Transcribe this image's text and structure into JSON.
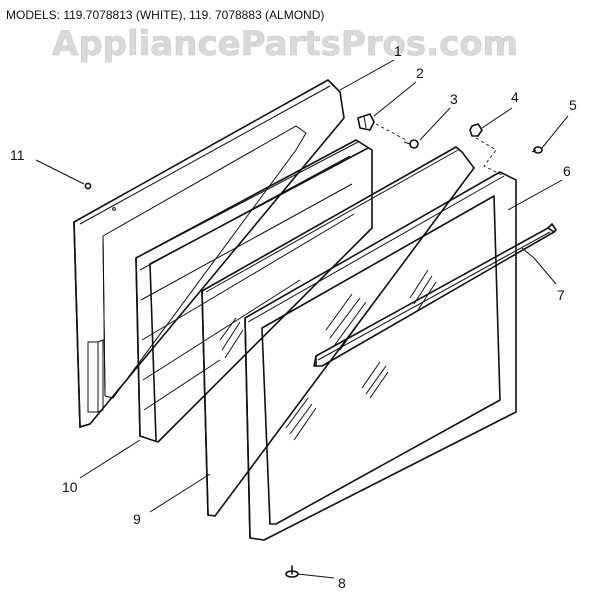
{
  "header": {
    "models_text": "MODELS:  119.7078813 (WHITE), 119. 7078883 (ALMOND)"
  },
  "watermark": {
    "text": "AppliancePartsPros.com"
  },
  "callouts": {
    "c1": "1",
    "c2": "2",
    "c3": "3",
    "c4": "4",
    "c5": "5",
    "c6": "6",
    "c7": "7",
    "c8": "8",
    "c9": "9",
    "c10": "10",
    "c11": "11"
  },
  "colors": {
    "line": "#111111",
    "background": "#ffffff",
    "watermark": "#d9d9d9"
  }
}
